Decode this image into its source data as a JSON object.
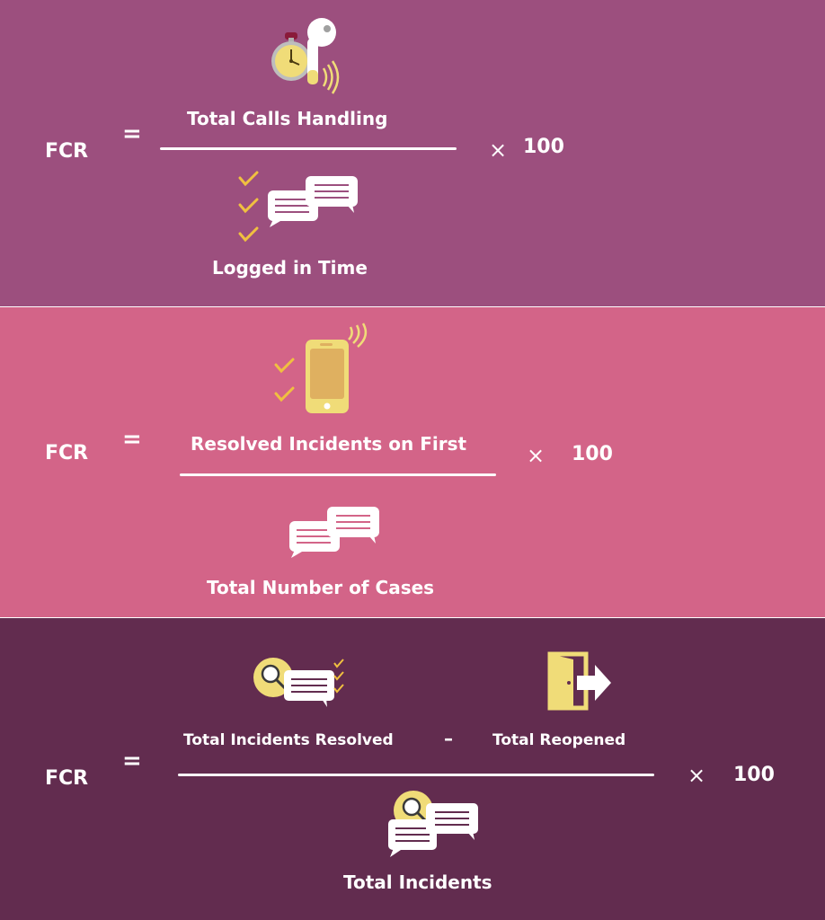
{
  "colors": {
    "panel1": "#9c4f7e",
    "panel2": "#d36488",
    "panel3": "#622c4f",
    "accent_yellow": "#f0dc78",
    "text": "#ffffff"
  },
  "formula1": {
    "lhs": "FCR",
    "equals": "=",
    "numerator": "Total Calls Handling",
    "denominator": "Logged in Time",
    "times": "×",
    "multiplier": "100",
    "icons": [
      "stopwatch-icon",
      "earbud-icon",
      "checkmarks-icon",
      "chat-bubbles-icon"
    ]
  },
  "formula2": {
    "lhs": "FCR",
    "equals": "=",
    "numerator": "Resolved Incidents on First",
    "denominator": "Total Number of Cases",
    "times": "×",
    "multiplier": "100",
    "icons": [
      "checkmarks-icon",
      "phone-ringing-icon",
      "chat-bubbles-icon"
    ]
  },
  "formula3": {
    "lhs": "FCR",
    "equals": "=",
    "numerator_left": "Total Incidents Resolved",
    "minus": "–",
    "numerator_right": "Total Reopened",
    "denominator": "Total Incidents",
    "times": "×",
    "multiplier": "100",
    "icons": [
      "magnifier-chat-icon",
      "door-exit-icon",
      "magnifier-chat-icon"
    ]
  }
}
